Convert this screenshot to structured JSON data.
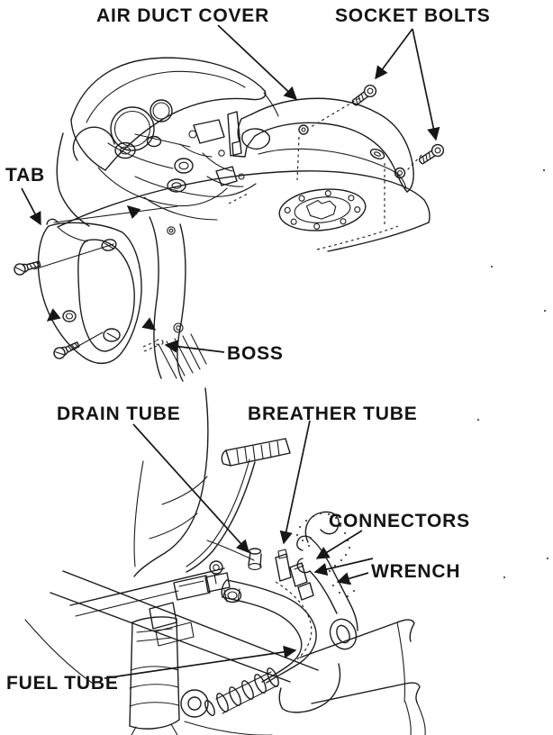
{
  "document": {
    "kind": "service-manual-illustration",
    "figures": [
      {
        "id": "air-duct-cover-removal",
        "labels": [
          "AIR DUCT COVER",
          "SOCKET BOLTS",
          "TAB",
          "BOSS"
        ]
      },
      {
        "id": "fuel-tank-tube-disconnection",
        "labels": [
          "DRAIN TUBE",
          "BREATHER TUBE",
          "CONNECTORS",
          "WRENCH",
          "FUEL TUBE"
        ]
      }
    ]
  },
  "labels": {
    "air_duct_cover": "AIR DUCT COVER",
    "socket_bolts": "SOCKET BOLTS",
    "tab": "TAB",
    "boss": "BOSS",
    "drain_tube": "DRAIN TUBE",
    "breather_tube": "BREATHER TUBE",
    "connectors": "CONNECTORS",
    "wrench": "WRENCH",
    "fuel_tube": "FUEL TUBE"
  },
  "colors": {
    "ink": "#1c1c1c",
    "paper": "#ffffff"
  }
}
